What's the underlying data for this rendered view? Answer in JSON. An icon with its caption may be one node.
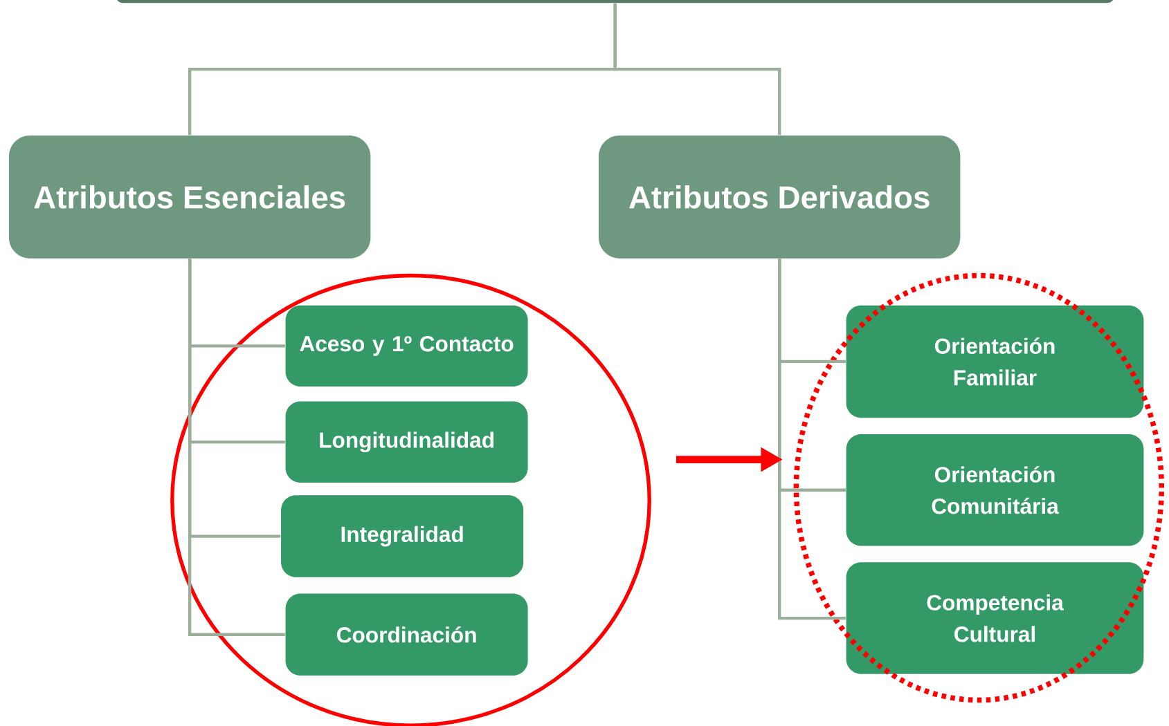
{
  "diagram": {
    "nodes": [
      {
        "text": [],
        "shape": "box"
      },
      {
        "text": [
          "Atributos Esenciales"
        ]
      },
      {
        "text": [
          "Atributos Derivados"
        ]
      },
      {
        "text": [
          "Aceso y 1º Contacto"
        ],
        "in": 10
      },
      {
        "text": [
          "Longitudinalidad"
        ],
        "in": 10
      },
      {
        "text": [
          "Integralidad"
        ],
        "in": 10
      },
      {
        "text": [
          "Coordinación"
        ],
        "in": 10
      },
      {
        "text": [
          "Orientación Familiar"
        ],
        "in": 11
      },
      {
        "text": [
          "Orientación Comunitária"
        ],
        "in": 11
      },
      {
        "text": [
          "Competencia Cultural"
        ],
        "in": 11
      },
      {
        "text": [],
        "shape": "circle"
      },
      {
        "text": [],
        "shape": "circle"
      }
    ],
    "edges": [
      {
        "from": 0,
        "to": 1,
        "arrow": "none"
      },
      {
        "from": 0,
        "to": 2,
        "arrow": "none"
      },
      {
        "from": 1,
        "to": 3,
        "arrow": "none"
      },
      {
        "from": 1,
        "to": 4,
        "arrow": "none"
      },
      {
        "from": 1,
        "to": 5,
        "arrow": "none"
      },
      {
        "from": 1,
        "to": 6,
        "arrow": "none"
      },
      {
        "from": 2,
        "to": 7,
        "arrow": "none"
      },
      {
        "from": 2,
        "to": 8,
        "arrow": "none"
      },
      {
        "from": 2,
        "to": 9,
        "arrow": "none"
      },
      {
        "from": 10,
        "to": 11,
        "arrow": "to",
        "style": "thick",
        "color": "#ff0000"
      }
    ]
  }
}
